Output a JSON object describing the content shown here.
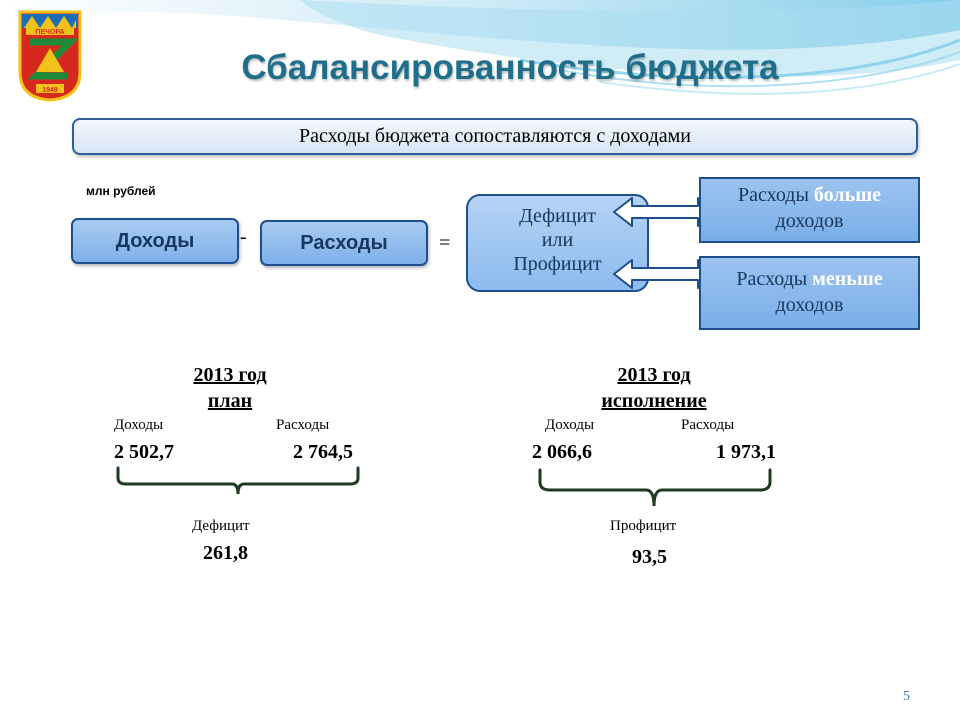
{
  "slide": {
    "title": "Сбалансированность бюджета",
    "banner": "Расходы бюджета сопоставляются с доходами",
    "unit_label": "млн рублей",
    "page_number": "5"
  },
  "logo": {
    "text": "ПЕЧОРА",
    "year": "1949",
    "colors": {
      "red": "#d7281f",
      "yellow": "#f2c21a",
      "green": "#1e8b3a",
      "blue": "#1d6fb8"
    }
  },
  "formula": {
    "income": "Доходы",
    "minus": "-",
    "expense": "Расходы",
    "equals": "=",
    "result_line1": "Дефицит",
    "result_line2": "или",
    "result_line3": "Профицит",
    "case_more_prefix": "Расходы ",
    "case_more_highlight": "больше",
    "case_more_suffix": "доходов",
    "case_less_prefix": "Расходы ",
    "case_less_highlight": "меньше",
    "case_less_suffix": "доходов"
  },
  "plan": {
    "year": "2013 год",
    "label": "план",
    "income_label": "Доходы",
    "expense_label": "Расходы",
    "income_value": "2 502,7",
    "expense_value": "2 764,5",
    "result_label": "Дефицит",
    "result_value": "261,8"
  },
  "actual": {
    "year": "2013 год",
    "label": "исполнение",
    "income_label": "Доходы",
    "expense_label": "Расходы",
    "income_value": "2 066,6",
    "expense_value": "1 973,1",
    "result_label": "Профицит",
    "result_value": "93,5"
  },
  "colors": {
    "title": "#1f6e8c",
    "box_border": "#1f4e8c",
    "box_fill": "#8dbbee",
    "highlight_text": "#ffffff",
    "brace": "#1f3a1f"
  }
}
